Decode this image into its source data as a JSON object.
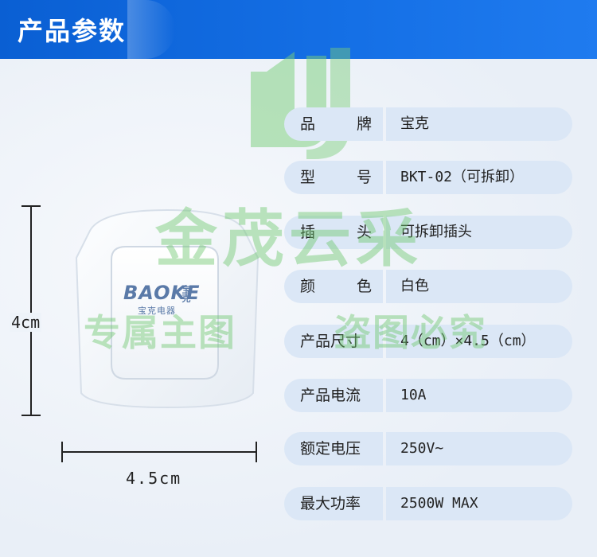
{
  "header": {
    "title": "产品参数"
  },
  "watermark": {
    "brand": "金茂云采",
    "left": "专属主图",
    "right": "盗图必究"
  },
  "product_image": {
    "brand_en": "BAOKE",
    "brand_cn": "宝克",
    "brand_sub": "宝克电器"
  },
  "dimensions": {
    "height": "4cm",
    "width": "4.5cm"
  },
  "specs": [
    {
      "label_a": "品",
      "label_b": "牌",
      "value": "宝克"
    },
    {
      "label_a": "型",
      "label_b": "号",
      "value": "BKT-02（可拆卸）"
    },
    {
      "label_a": "插",
      "label_b": "头",
      "value": "可拆卸插头"
    },
    {
      "label_a": "颜",
      "label_b": "色",
      "value": "白色"
    },
    {
      "label": "产品尺寸",
      "value": "4（cm）×4.5（cm）"
    },
    {
      "label": "产品电流",
      "value": "10A"
    },
    {
      "label": "额定电压",
      "value": "250V~"
    },
    {
      "label": "最大功率",
      "value": "2500W MAX"
    }
  ]
}
